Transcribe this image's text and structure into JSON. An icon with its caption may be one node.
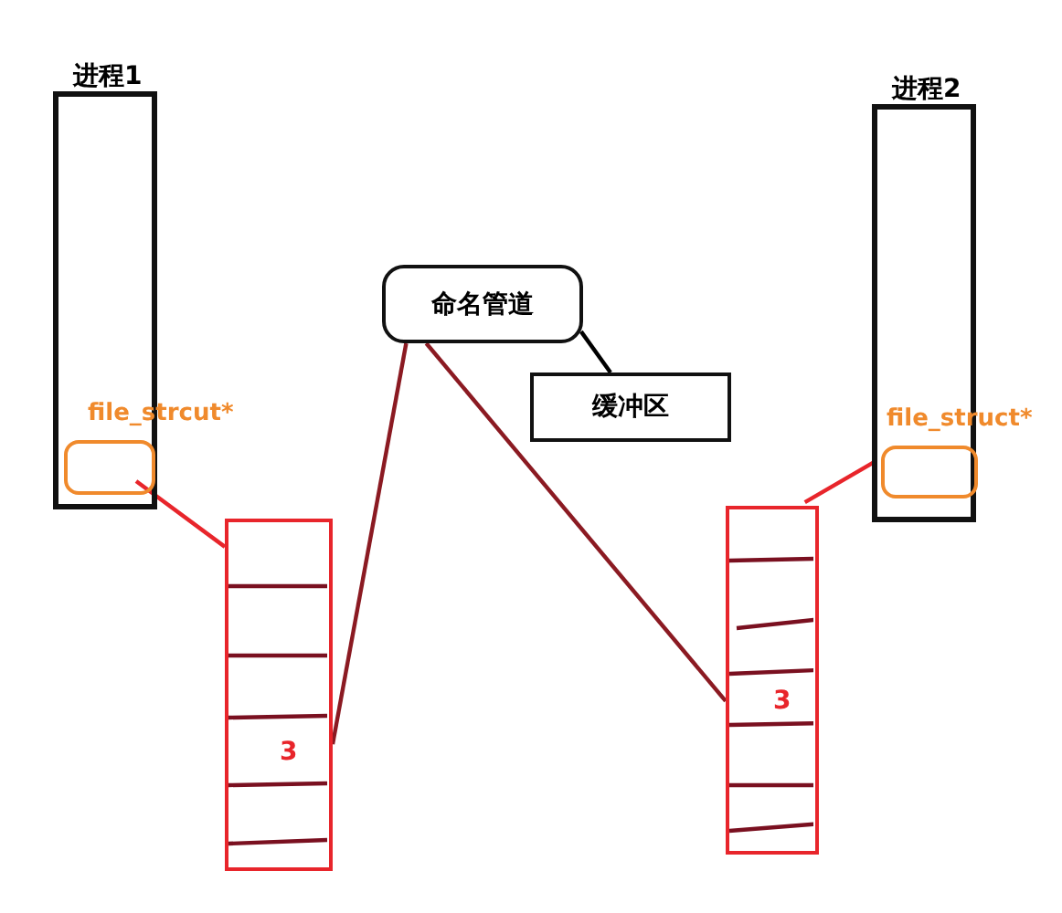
{
  "diagram": {
    "nodes": [
      {
        "text": [
          "进程1"
        ]
      },
      {
        "text": [
          "file_strcut*"
        ],
        "in": 0
      },
      {
        "text": [
          "进程2"
        ]
      },
      {
        "text": [
          "file_struct*"
        ],
        "in": 2
      },
      {
        "text": [
          "命名管道"
        ]
      },
      {
        "text": [
          "缓冲区"
        ]
      },
      {
        "text": [
          "3"
        ]
      },
      {
        "text": [
          "3"
        ]
      }
    ],
    "edges": [
      {
        "from": 1,
        "to": 6,
        "arrow": "none",
        "color": "#e8252b"
      },
      {
        "from": 4,
        "to": 6,
        "arrow": "none",
        "color": "#8b1a22"
      },
      {
        "from": 4,
        "to": 7,
        "arrow": "none",
        "color": "#8b1a22"
      },
      {
        "from": 4,
        "to": 5,
        "arrow": "none",
        "color": "#000000"
      },
      {
        "from": 3,
        "to": 7,
        "arrow": "none",
        "color": "#e8252b"
      }
    ]
  }
}
